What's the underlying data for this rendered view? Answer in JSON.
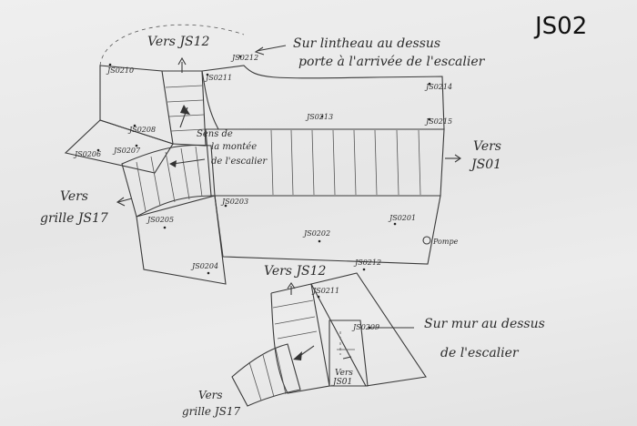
{
  "title": "JS02",
  "top_plan": {
    "vers_js12": "Vers JS12",
    "note_lintheau_line1": "Sur lintheau au dessus",
    "note_lintheau_line2": "porte à l'arrivée de l'escalier",
    "sens_line1": "Sens de",
    "sens_line2": "la montée",
    "sens_line3": "de l'escalier",
    "vers_js01_line1": "Vers",
    "vers_js01_line2": "JS01",
    "vers_js17_line1": "Vers",
    "vers_js17_line2": "grille JS17",
    "pompe": "Pompe",
    "points": [
      "JS0210",
      "JS0212",
      "JS0211",
      "JS0214",
      "JS0213",
      "JS0215",
      "JS0208",
      "JS0206",
      "JS0207",
      "JS0203",
      "JS0205",
      "JS0201",
      "JS0202",
      "JS0204"
    ]
  },
  "bottom_plan": {
    "vers_js12": "Vers JS12",
    "vers_js01_line1": "Vers",
    "vers_js01_line2": "JS01",
    "note_mur_line1": "Sur mur au dessus",
    "note_mur_line2": "de l'escalier",
    "vers_js17_line1": "Vers",
    "vers_js17_line2": "grille JS17",
    "points": [
      "JS0212",
      "JS0211",
      "JS0209"
    ]
  }
}
